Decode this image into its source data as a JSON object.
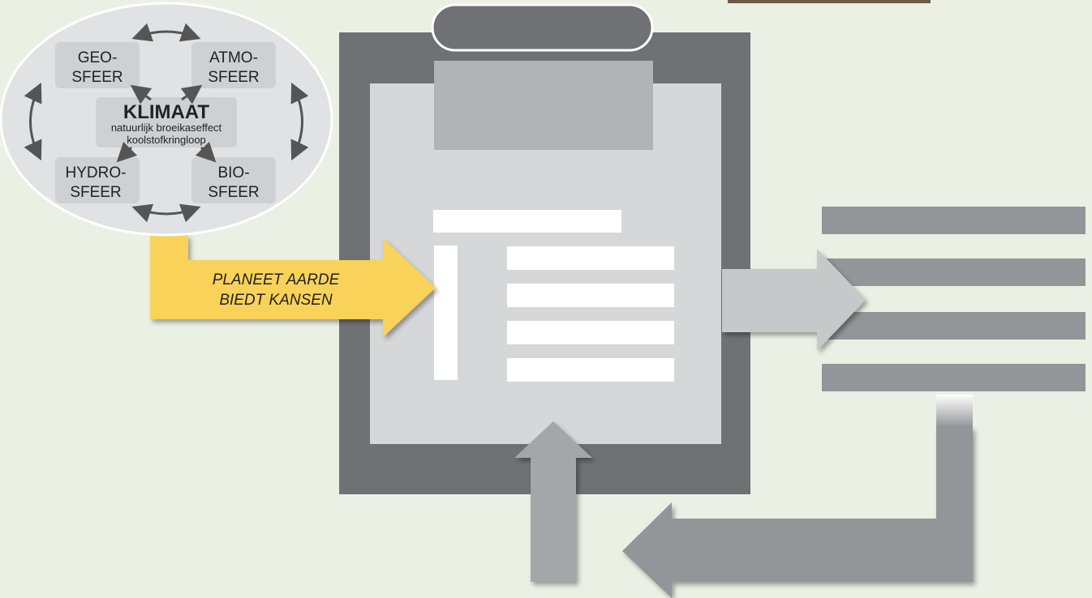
{
  "climate_system": {
    "spheres": {
      "geo": [
        "GEO-",
        "SFEER"
      ],
      "atmo": [
        "ATMO-",
        "SFEER"
      ],
      "hydro": [
        "HYDRO-",
        "SFEER"
      ],
      "bio": [
        "BIO-",
        "SFEER"
      ]
    },
    "center": {
      "title": "KLIMAAT",
      "line1": "natuurlijk broeikaseffect",
      "line2": "koolstofkringloop"
    }
  },
  "input_arrow": {
    "line1": "PLANEET AARDE",
    "line2": "BIEDT KANSEN",
    "color": "#f9d25a"
  },
  "colors": {
    "background": "#ebf0e4",
    "board_dark": "#707174",
    "board_light": "#d6d7d9",
    "grey_mid": "#a5a6a8",
    "grey_bar": "#939598"
  }
}
